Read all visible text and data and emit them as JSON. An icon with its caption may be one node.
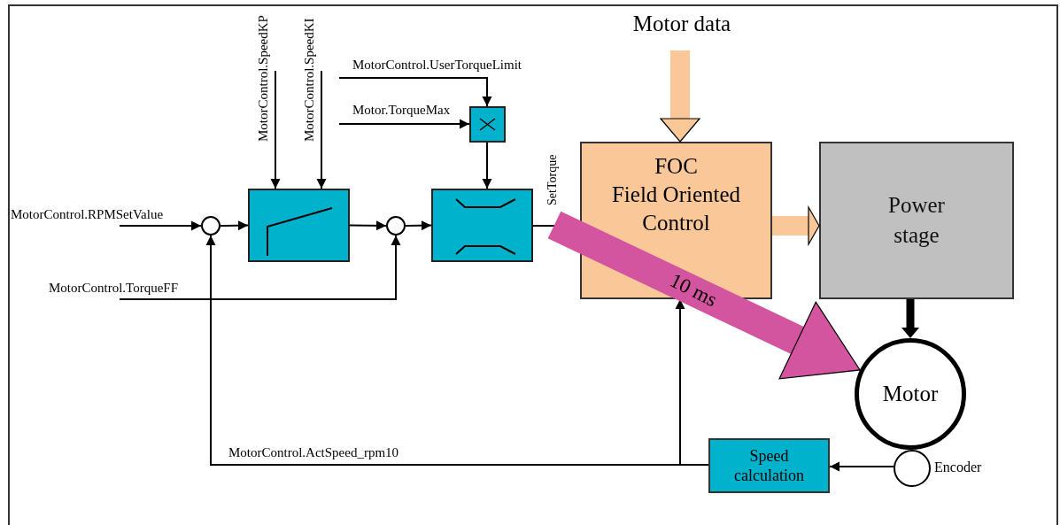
{
  "diagram": {
    "nodes": [
      {
        "text": [
          "MotorControl.RPMSetValue"
        ]
      },
      {
        "text": [],
        "shape": "circle"
      },
      {
        "text": [],
        "shape": "box"
      },
      {
        "text": [
          "MotorControl.SpeedKP"
        ]
      },
      {
        "text": [
          "MotorControl.SpeedKI"
        ]
      },
      {
        "text": [],
        "shape": "circle"
      },
      {
        "text": [
          "MotorControl.TorqueFF"
        ]
      },
      {
        "text": [],
        "shape": "box"
      },
      {
        "text": [],
        "shape": "box"
      },
      {
        "text": [
          "MotorControl.UserTorqueLimit"
        ]
      },
      {
        "text": [
          "Motor.TorqueMax"
        ]
      },
      {
        "text": [
          "Motor data"
        ]
      },
      {
        "text": [
          "FOC",
          "Field Oriented Control"
        ]
      },
      {
        "text": [
          "Power stage"
        ]
      },
      {
        "text": [
          "Motor"
        ]
      },
      {
        "text": [],
        "shape": "circle",
        "beside": [
          "Encoder"
        ]
      },
      {
        "text": [
          "Speed calculation"
        ]
      }
    ],
    "edges": [
      {
        "from": 0,
        "to": 1,
        "arrow": "to"
      },
      {
        "from": 1,
        "to": 2,
        "arrow": "to"
      },
      {
        "from": 3,
        "to": 2,
        "arrow": "to"
      },
      {
        "from": 4,
        "to": 2,
        "arrow": "to"
      },
      {
        "from": 2,
        "to": 5,
        "arrow": "to"
      },
      {
        "from": 6,
        "to": 5,
        "arrow": "to"
      },
      {
        "from": 5,
        "to": 7,
        "arrow": "to"
      },
      {
        "from": 9,
        "to": 8,
        "arrow": "to"
      },
      {
        "from": 10,
        "to": 8,
        "arrow": "to"
      },
      {
        "from": 8,
        "to": 7,
        "arrow": "to"
      },
      {
        "from": 7,
        "to": 12,
        "arrow": "none",
        "label": "SetTorque"
      },
      {
        "from": 11,
        "to": 12,
        "arrow": "to",
        "style": "thick",
        "color": "#fac898"
      },
      {
        "from": 12,
        "to": 13,
        "arrow": "to",
        "style": "thick",
        "color": "#fac898"
      },
      {
        "from": 13,
        "to": 14,
        "arrow": "to",
        "style": "thick"
      },
      {
        "from": 15,
        "to": 16,
        "arrow": "to"
      },
      {
        "from": 16,
        "to": 1,
        "arrow": "to",
        "label": "MotorControl.ActSpeed_rpm10"
      },
      {
        "from": 16,
        "to": 12,
        "arrow": "to"
      },
      {
        "from": null,
        "to": 14,
        "arrow": "to",
        "label": "10 ms",
        "style": "thick",
        "color": "#d4559f"
      }
    ]
  }
}
